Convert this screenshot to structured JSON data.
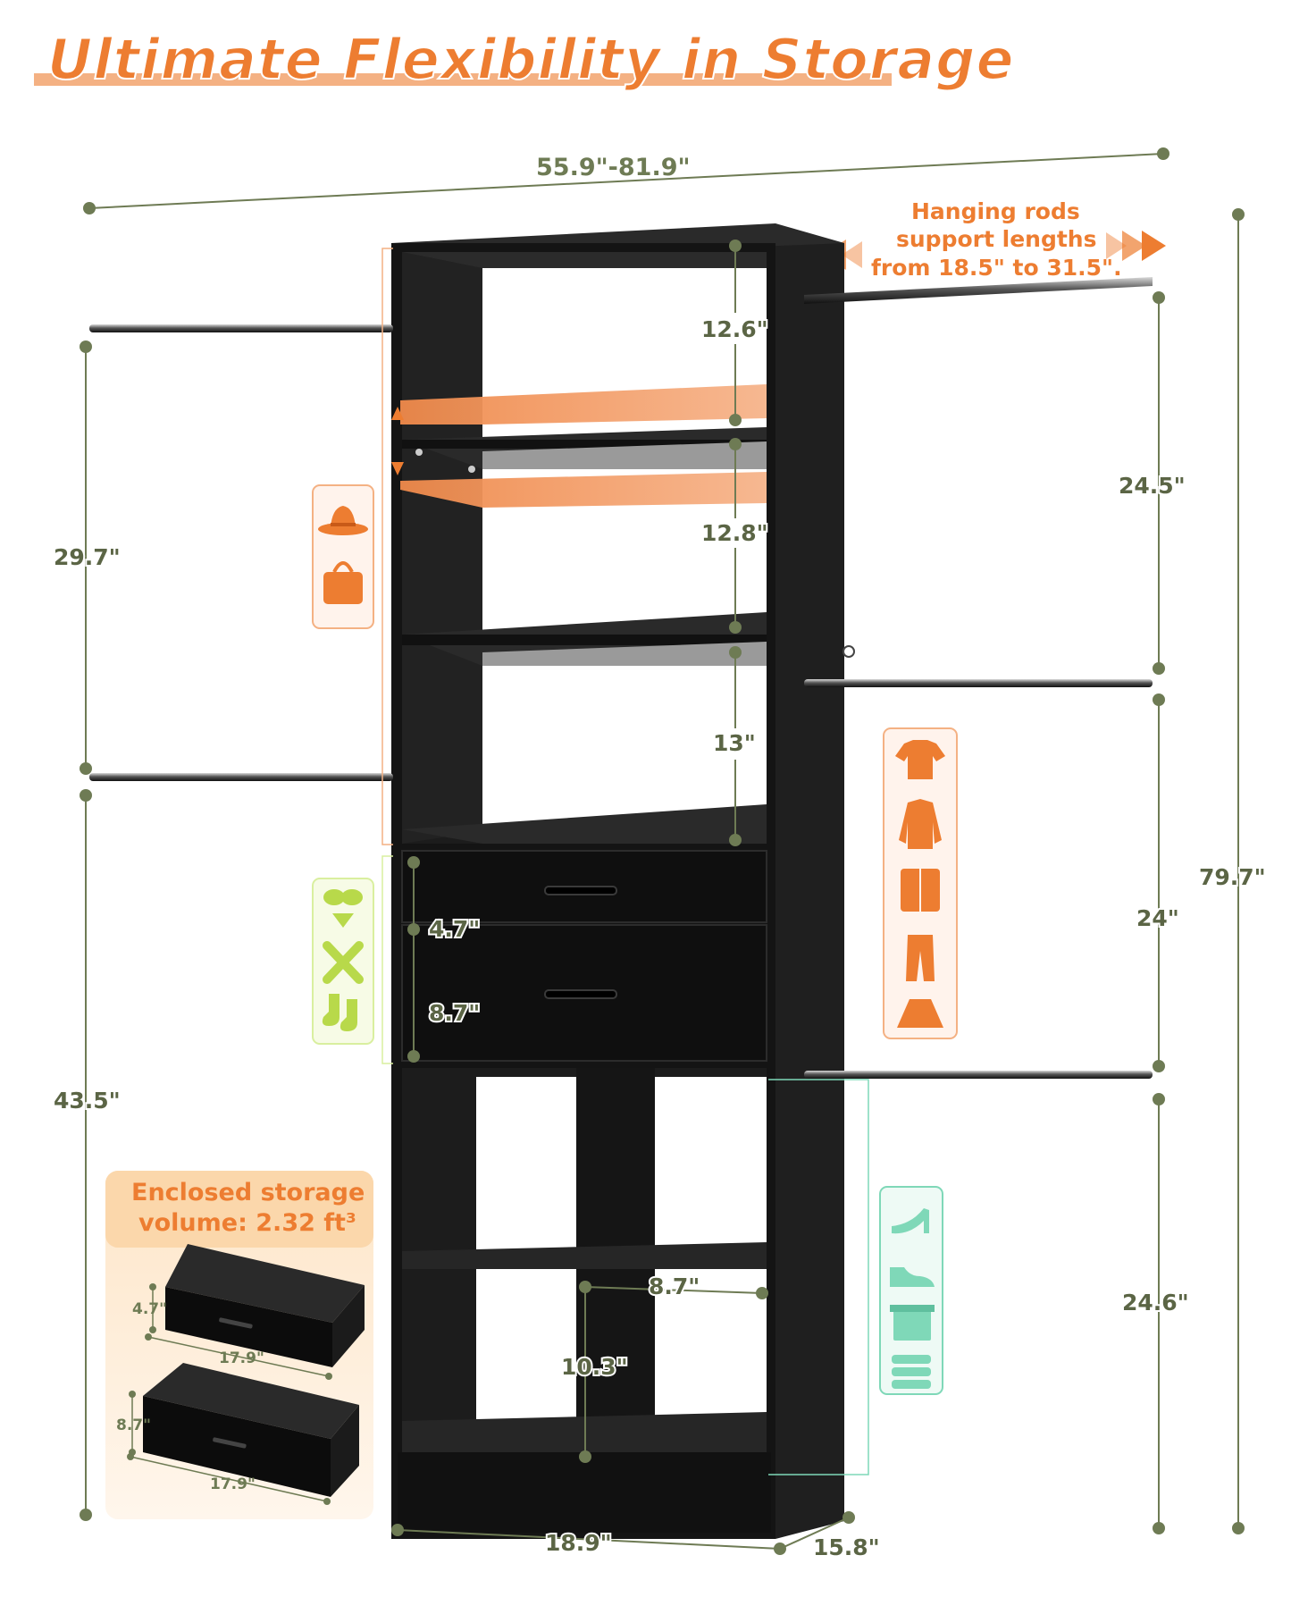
{
  "title": "Ultimate Flexibility in Storage",
  "dimensions": {
    "total_width": "55.9\"-81.9\"",
    "shelf_top": "12.6\"",
    "shelf_mid": "12.8\"",
    "shelf_low": "13\"",
    "left_upper": "29.7\"",
    "left_lower": "43.5\"",
    "right_upper": "24.5\"",
    "right_mid": "24\"",
    "right_lower": "24.6\"",
    "total_height": "79.7\"",
    "drawer_top": "4.7\"",
    "drawer_bottom": "8.7\"",
    "cube_width": "8.7\"",
    "cube_height": "10.3\"",
    "base_width": "18.9\"",
    "base_depth": "15.8\""
  },
  "rod_note": {
    "line1": "Hanging rods",
    "line2": "support lengths",
    "line3": "from 18.5\" to 31.5\"."
  },
  "storage_callout": {
    "line1": "Enclosed storage",
    "line2": "volume: 2.32 ft³",
    "drawer1_height": "4.7\"",
    "drawer1_width": "17.9\"",
    "drawer2_height": "8.7\"",
    "drawer2_width": "17.9\""
  },
  "icons": {
    "upper_group": [
      "hat-icon",
      "handbag-icon"
    ],
    "drawer_group": [
      "bra-icon",
      "scarf-icon",
      "socks-icon"
    ],
    "hanging_group": [
      "tshirt-icon",
      "shirt-icon",
      "jacket-icon",
      "pants-icon",
      "skirt-icon"
    ],
    "bottom_group": [
      "heel-shoe-icon",
      "shoe-icon",
      "storage-box-icon",
      "folded-clothes-icon"
    ]
  },
  "colors": {
    "accent_orange": "#ed7d31",
    "dimension_green": "#6e7b54",
    "cabinet_black": "#151515",
    "mint": "#7fd8b8"
  }
}
